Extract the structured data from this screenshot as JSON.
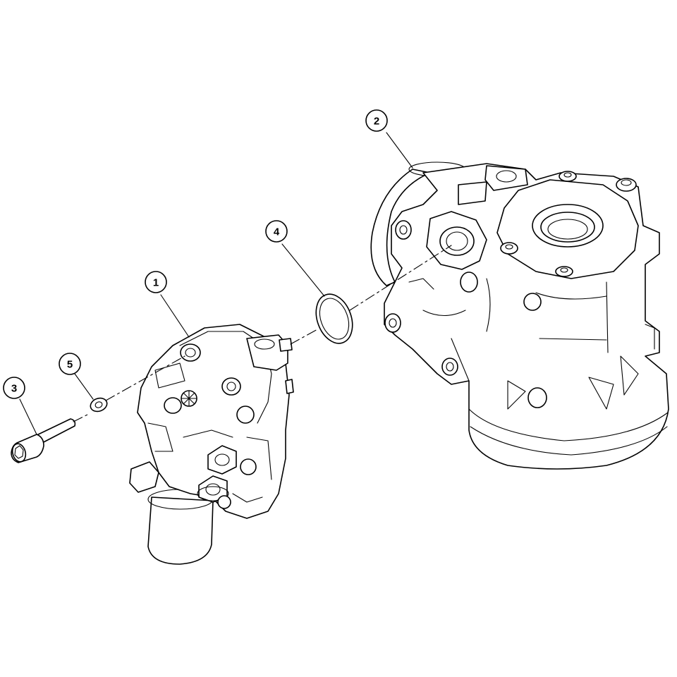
{
  "diagram": {
    "colors": {
      "line": "#000000",
      "background": "#ffffff"
    },
    "callouts": [
      {
        "id": "1",
        "label": "1",
        "part": "pump-assembly"
      },
      {
        "id": "2",
        "label": "2",
        "part": "housing"
      },
      {
        "id": "3",
        "label": "3",
        "part": "cap-screw"
      },
      {
        "id": "4",
        "label": "4",
        "part": "o-ring-seal"
      },
      {
        "id": "5",
        "label": "5",
        "part": "washer"
      }
    ]
  }
}
